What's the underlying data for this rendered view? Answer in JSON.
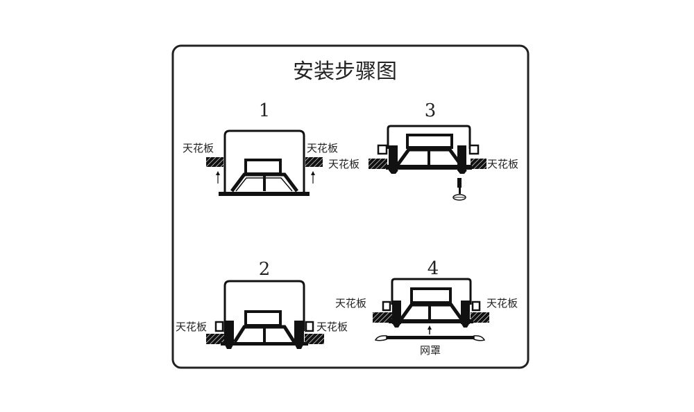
{
  "title": "安装步骤图",
  "steps": [
    {
      "number": "1",
      "label_left": "天花板",
      "label_right": "天花板"
    },
    {
      "number": "2",
      "label_left": "天花板",
      "label_right": "天花板"
    },
    {
      "number": "3",
      "label_left": "天花板",
      "label_right": "天花板"
    },
    {
      "number": "4",
      "label_left": "天花板",
      "label_right": "天花板",
      "grill_label": "网罩"
    }
  ],
  "colors": {
    "ink": "#111111",
    "frame": "#222222"
  }
}
